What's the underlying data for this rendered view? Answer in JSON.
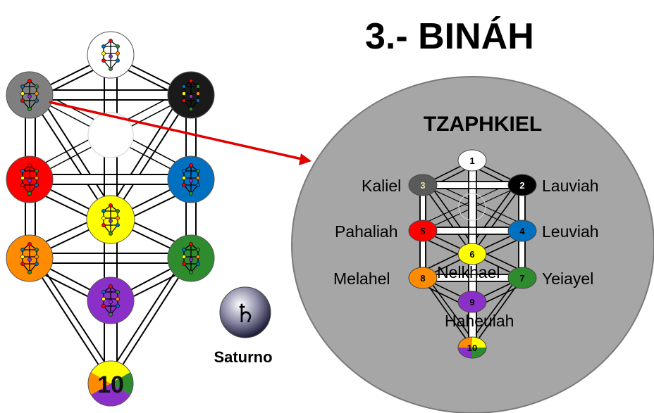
{
  "title": "3.- BINÁH",
  "archangel": "TZAPHKIEL",
  "planet": {
    "label": "Saturno",
    "symbol": "♄"
  },
  "angels": {
    "s2": "Lauviah",
    "s3": "Kaliel",
    "s4": "Leuviah",
    "s5": "Pahaliah",
    "s6": "Nelkhael",
    "s7": "Yeiayel",
    "s8": "Melahel",
    "s9": "Haheuiah"
  },
  "sephiroth_numbers": [
    "1",
    "2",
    "3",
    "4",
    "5",
    "6",
    "7",
    "8",
    "9",
    "10"
  ],
  "colors": {
    "kether": "#ffffff",
    "chokmah": "#000000",
    "binah": "#7f7f7f",
    "chesed": "#0070c0",
    "geburah": "#ff0000",
    "tiphareth": "#ffff00",
    "netzach": "#2e8b2e",
    "hod": "#ff8c00",
    "yesod": "#8b2fc9",
    "arrow": "#e00000",
    "disc": "#a6a6a6"
  }
}
